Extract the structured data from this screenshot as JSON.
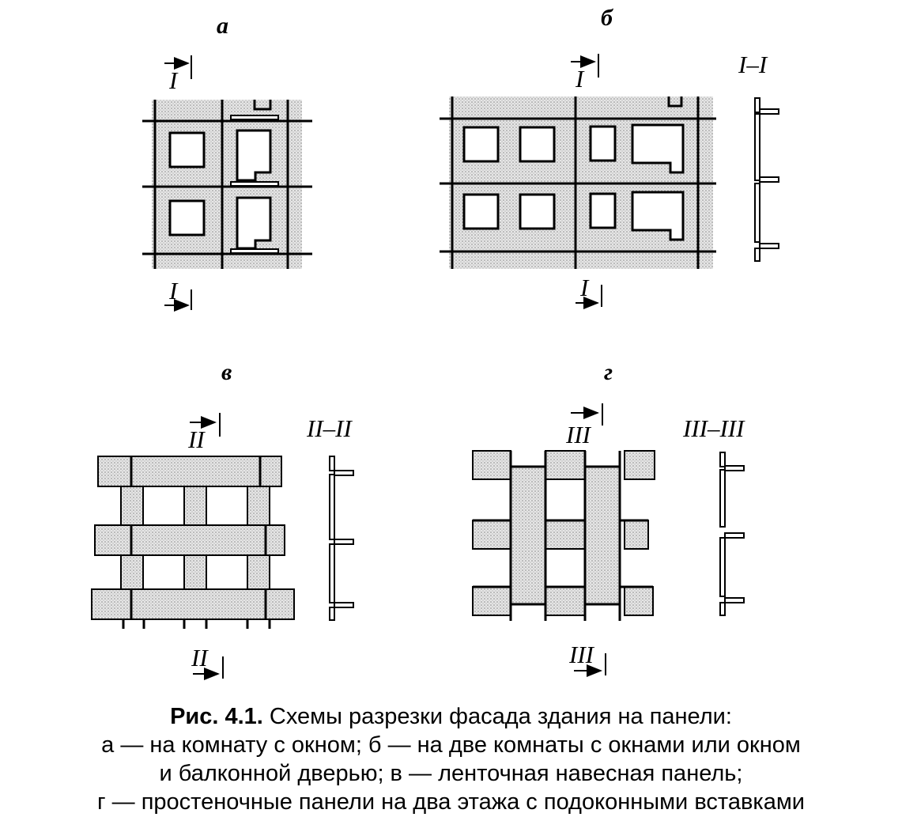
{
  "figure": {
    "panels": [
      {
        "letter": "а",
        "section_mark": "I"
      },
      {
        "letter": "б",
        "section_mark": "I",
        "section_title": "I–I"
      },
      {
        "letter": "в",
        "section_mark": "II",
        "section_title": "II–II"
      },
      {
        "letter": "г",
        "section_mark": "III",
        "section_title": "III–III"
      }
    ],
    "colors": {
      "ink": "#000000",
      "panel_fill": "#dcdcdc",
      "background": "#ffffff"
    }
  },
  "caption": {
    "title": "Рис. 4.1.",
    "line1": " Схемы разрезки фасада здания на панели:",
    "line2": "а — на комнату с окном; б — на две комнаты с окнами или окном",
    "line3": "и балконной дверью; в — ленточная навесная панель;",
    "line4": "г — простеночные панели на два этажа с подоконными вставками"
  }
}
